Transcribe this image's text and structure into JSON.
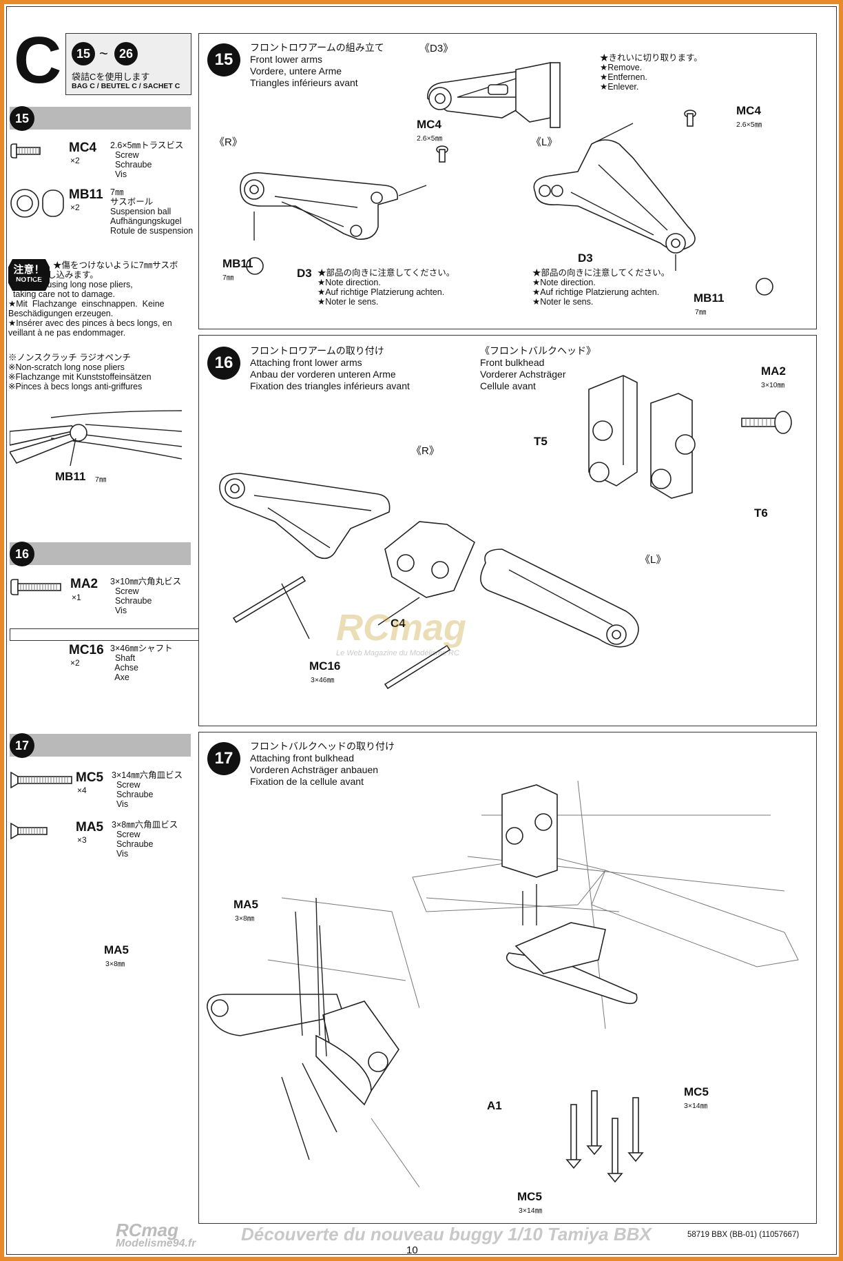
{
  "bag": {
    "letter": "C",
    "steps_from": "15",
    "steps_to": "26",
    "tilde": "~",
    "jp": "袋詰Cを使用します",
    "langs": "BAG C / BEUTEL C / SACHET C"
  },
  "sidebar": {
    "s15": {
      "num": "15",
      "parts": [
        {
          "name": "MC4",
          "qty": "×2",
          "desc": "2.6×5㎜トラスビス\n  Screw\n  Schraube\n  Vis"
        },
        {
          "name": "MB11",
          "qty": "×2",
          "desc": "7㎜\nサスボール\nSuspension ball\nAufhängungskugel\nRotule de suspension"
        }
      ],
      "notice_jp": "注意！",
      "notice_en": "NOTICE",
      "notice_text": "★傷をつけないように7㎜サスボ\n  ールを押し込みます。\n★Push in using long nose pliers,\n  taking care not to damage.\n★Mit  Flachzange  einschnappen.  Keine\nBeschädigungen erzeugen.\n★Insérer avec des pinces à becs longs, en\nveillant à ne pas endommager.",
      "pliers_text": "※ノンスクラッチ ラジオペンチ\n※Non-scratch long nose pliers\n※Flachzange mit Kunststoffeinsätzen\n※Pinces à becs longs anti-griffures",
      "pliers_label": "MB11",
      "pliers_sub": "7㎜"
    },
    "s16": {
      "num": "16",
      "parts": [
        {
          "name": "MA2",
          "qty": "×1",
          "desc": "3×10㎜六角丸ビス\n  Screw\n  Schraube\n  Vis"
        },
        {
          "name": "MC16",
          "qty": "×2",
          "desc": "3×46㎜シャフト\n  Shaft\n  Achse\n  Axe"
        }
      ]
    },
    "s17": {
      "num": "17",
      "parts": [
        {
          "name": "MC5",
          "qty": "×4",
          "desc": "3×14㎜六角皿ビス\n  Screw\n  Schraube\n  Vis"
        },
        {
          "name": "MA5",
          "qty": "×3",
          "desc": "3×8㎜六角皿ビス\n  Screw\n  Schraube\n  Vis"
        }
      ]
    }
  },
  "step15": {
    "num": "15",
    "title": "フロントロワアームの組み立て\nFront lower arms\nVordere, untere Arme\nTriangles inférieurs avant",
    "d3_tag": "《D3》",
    "remove": "★きれいに切り取ります。\n★Remove.\n★Entfernen.\n★Enlever.",
    "r_tag": "《R》",
    "l_tag": "《L》",
    "mc4": "MC4",
    "mc4_sub": "2.6×5㎜",
    "mb11": "MB11",
    "mb11_sub": "7㎜",
    "d3": "D3",
    "direction": "★部品の向きに注意してください。\n★Note direction.\n★Auf richtige Platzierung achten.\n★Noter le sens."
  },
  "step16": {
    "num": "16",
    "title": "フロントロワアームの取り付け\nAttaching front lower arms\nAnbau der vorderen unteren Arme\nFixation des triangles inférieurs avant",
    "bulkhead": "《フロントバルクヘッド》\nFront bulkhead\nVorderer Achsträger\nCellule avant",
    "ma2": "MA2",
    "ma2_sub": "3×10㎜",
    "t5": "T5",
    "t6": "T6",
    "r_tag": "《R》",
    "l_tag": "《L》",
    "c4": "C4",
    "mc16": "MC16",
    "mc16_sub": "3×46㎜"
  },
  "step17": {
    "num": "17",
    "title": "フロントバルクヘッドの取り付け\nAttaching front bulkhead\nVorderen Achsträger anbauen\nFixation de la cellule avant",
    "ma5": "MA5",
    "ma5_sub": "3×8㎜",
    "a1": "A1",
    "mc5": "MC5",
    "mc5_sub": "3×14㎜"
  },
  "watermark": {
    "brand": "RCmag",
    "tagline": "Le Web Magazine du Modélisme RC",
    "footer_brand": "RCmag",
    "footer_site": "Modelisme94.fr",
    "footer_caption": "Découverte du nouveau buggy 1/10 Tamiya BBX"
  },
  "footer": {
    "page": "10",
    "code": "58719 BBX (BB-01) (11057667)"
  }
}
